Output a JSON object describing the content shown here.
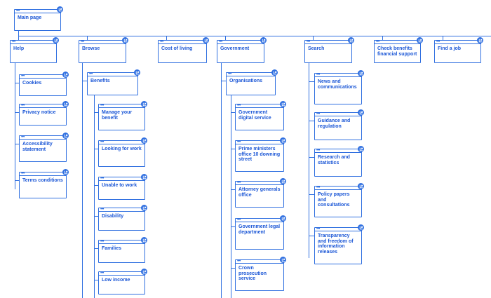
{
  "sitemap": {
    "root": {
      "label": "Main page"
    },
    "columns": [
      {
        "label": "Help",
        "children": [
          "Cookies",
          "Privacy notice",
          "Accessibility statement",
          "Terms conditions"
        ]
      },
      {
        "label": "Browse",
        "children": [
          {
            "label": "Benefits",
            "children": [
              "Manage your benefit",
              "Looking for work",
              "Unable to work",
              "Disability",
              "Families",
              "Low income"
            ]
          }
        ]
      },
      {
        "label": "Cost of living",
        "children": []
      },
      {
        "label": "Government",
        "children": [
          {
            "label": "Organisations",
            "children": [
              "Government digital service",
              "Prime ministers office 10 downing street",
              "Attorney generals office",
              "Government legal department",
              "Crown prosecution service"
            ]
          }
        ]
      },
      {
        "label": "Search",
        "children": [
          "News and communications",
          "Guidance and regulation",
          "Research and statistics",
          "Policy papers and consultations",
          "Transparency and freedom of information releases"
        ]
      },
      {
        "label": "Check benefits financial support",
        "children": []
      },
      {
        "label": "Find a job",
        "children": []
      }
    ]
  },
  "colors": {
    "accent": "#2f6fe0",
    "text": "#1a56d6",
    "background": "#ffffff"
  },
  "icons": {
    "card_dots": "window-dots-icon",
    "card_badge": "external-link-icon"
  }
}
